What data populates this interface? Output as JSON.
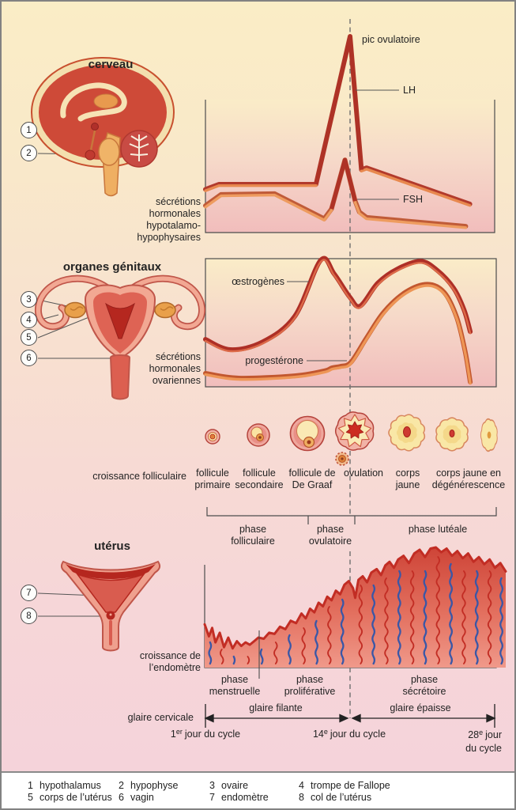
{
  "page": {
    "title_brain": "cerveau",
    "title_genitals": "organes génitaux",
    "title_uterus": "utérus"
  },
  "chart1": {
    "peak": "pic ovulatoire",
    "lh": "LH",
    "fsh": "FSH",
    "ylabel": [
      "sécrétions",
      "hormonales",
      "hypotalamo-",
      "hypophysaires"
    ]
  },
  "chart2": {
    "estrogen": "œstrogènes",
    "progesterone": "progestérone",
    "ylabel": [
      "sécrétions",
      "hormonales",
      "ovariennes"
    ]
  },
  "follicle_row": {
    "label": "croissance folliculaire",
    "stages": [
      [
        "follicule",
        "primaire"
      ],
      [
        "follicule",
        "secondaire"
      ],
      [
        "follicule de",
        "De Graaf"
      ],
      [
        "ovulation",
        ""
      ],
      [
        "corps",
        "jaune"
      ],
      [
        "corps jaune en",
        "dégénérescence"
      ]
    ]
  },
  "cycle_phases": [
    [
      "phase",
      "folliculaire"
    ],
    [
      "phase",
      "ovulatoire"
    ],
    [
      "phase lutéale",
      ""
    ]
  ],
  "endo": {
    "ylabel": [
      "croissance de",
      "l’endomètre"
    ]
  },
  "uterine_phases": [
    [
      "phase",
      "menstruelle"
    ],
    [
      "phase",
      "proliférative"
    ],
    [
      "phase",
      "sécrétoire"
    ]
  ],
  "mucus": {
    "label": "glaire cervicale",
    "filante": "glaire filante",
    "epaisse": "glaire épaisse"
  },
  "timeline": [
    {
      "num": "1",
      "sup": "er",
      "rest": "jour du cycle",
      "line2": ""
    },
    {
      "num": "14",
      "sup": "e",
      "rest": "jour du cycle",
      "line2": ""
    },
    {
      "num": "28",
      "sup": "e",
      "rest": "jour",
      "line2": "du cycle"
    }
  ],
  "callouts": [
    "1",
    "2",
    "3",
    "4",
    "5",
    "6",
    "7",
    "8"
  ],
  "legend": [
    {
      "num": "1",
      "label": "hypothalamus"
    },
    {
      "num": "2",
      "label": "hypophyse"
    },
    {
      "num": "3",
      "label": "ovaire"
    },
    {
      "num": "4",
      "label": "trompe de Fallope"
    },
    {
      "num": "5",
      "label": "corps de l’utérus"
    },
    {
      "num": "6",
      "label": "vagin"
    },
    {
      "num": "7",
      "label": "endomètre"
    },
    {
      "num": "8",
      "label": "col de l’utérus"
    }
  ],
  "colors": {
    "dark_red": "#b0302a",
    "orange": "#e8894f",
    "cream_bg": "#faedc6",
    "pink_bg": "#f5d3da",
    "vessel_blue": "#3a57a7",
    "vessel_red": "#c22d24"
  },
  "chart_data": [
    {
      "type": "line",
      "title": "sécrétions hormonales hypotalamo-hypophysaires",
      "xlabel": "jour du cycle",
      "x_range": [
        0,
        28
      ],
      "grid": false,
      "series": [
        {
          "name": "LH",
          "color": "#b23a2c",
          "edge_color": "#e8894f",
          "edge_w": 3.4,
          "edge_dy": 1.7,
          "dark_segment": [
            10.7,
            15.1
          ],
          "dark_color": "#ae3226",
          "points": [
            [
              0,
              22
            ],
            [
              1.3,
              24.6
            ],
            [
              10.7,
              24.6
            ],
            [
              14,
              100
            ],
            [
              15.1,
              32
            ],
            [
              15.6,
              33
            ],
            [
              25.6,
              14.5
            ]
          ]
        },
        {
          "name": "FSH",
          "color": "#c05b38",
          "edge_color": "#ee9c5f",
          "edge_w": 3.4,
          "edge_dy": 1.7,
          "dark_segment": [
            12.2,
            14.5
          ],
          "dark_color": "#ae3226",
          "points": [
            [
              0,
              13.7
            ],
            [
              1.5,
              19.4
            ],
            [
              6.7,
              19.8
            ],
            [
              11.5,
              7
            ],
            [
              12.2,
              12
            ],
            [
              13.5,
              37
            ],
            [
              14.5,
              16
            ],
            [
              14.9,
              10.5
            ],
            [
              15.6,
              7.7
            ],
            [
              25.2,
              3.2
            ]
          ]
        }
      ]
    },
    {
      "type": "line",
      "title": "sécrétions hormonales ovariennes",
      "xlabel": "jour du cycle",
      "x_range": [
        0,
        28
      ],
      "grid": false,
      "smooth": true,
      "series": [
        {
          "name": "œstrogènes",
          "color": "#ae2f26",
          "edge_color": "#dc6a48",
          "edge_w": 2.4,
          "edge_dy": 2.0,
          "points": [
            [
              0,
              37
            ],
            [
              2.4,
              29
            ],
            [
              5.5,
              35
            ],
            [
              8.6,
              55
            ],
            [
              11.1,
              98.8
            ],
            [
              12.4,
              88
            ],
            [
              13.9,
              70
            ],
            [
              14.9,
              63
            ],
            [
              16.6,
              81
            ],
            [
              18.5,
              92
            ],
            [
              20.7,
              98
            ],
            [
              22.3,
              91
            ],
            [
              23.9,
              77
            ],
            [
              24.9,
              60
            ],
            [
              25.5,
              43
            ]
          ]
        },
        {
          "name": "progestérone",
          "color": "#c2572f",
          "edge_color": "#ee9656",
          "edge_w": 3.4,
          "edge_dy": 1.6,
          "points": [
            [
              0,
              10.5
            ],
            [
              3.2,
              6.8
            ],
            [
              8.6,
              8.6
            ],
            [
              11.4,
              12.3
            ],
            [
              12.2,
              14.8
            ],
            [
              13,
              16
            ],
            [
              14,
              19.1
            ],
            [
              15.5,
              38
            ],
            [
              17.2,
              58.6
            ],
            [
              19.3,
              74
            ],
            [
              21.4,
              80
            ],
            [
              23,
              73.5
            ],
            [
              24.2,
              54
            ],
            [
              25,
              27.8
            ],
            [
              25.5,
              3.7
            ]
          ]
        }
      ]
    },
    {
      "type": "area",
      "title": "croissance de l’endomètre",
      "xlabel": "jour du cycle",
      "x_range": [
        0,
        28
      ],
      "fill_top": "#ce4437",
      "fill_bottom": "#f0998a",
      "stroke": "#c22d24",
      "points": [
        [
          0,
          36
        ],
        [
          0.4,
          26
        ],
        [
          0.7,
          33
        ],
        [
          1,
          21
        ],
        [
          1.4,
          29
        ],
        [
          1.8,
          17
        ],
        [
          2.2,
          25
        ],
        [
          2.6,
          16
        ],
        [
          3,
          22
        ],
        [
          3.4,
          18
        ],
        [
          3.8,
          21
        ],
        [
          4.2,
          19
        ],
        [
          4.6,
          22
        ],
        [
          5,
          25
        ],
        [
          5.5,
          24
        ],
        [
          6,
          29
        ],
        [
          6.5,
          28
        ],
        [
          7,
          34
        ],
        [
          7.5,
          32
        ],
        [
          8,
          39
        ],
        [
          8.5,
          37
        ],
        [
          9,
          45
        ],
        [
          9.4,
          41
        ],
        [
          9.8,
          49
        ],
        [
          10.2,
          46
        ],
        [
          10.6,
          54
        ],
        [
          11,
          51
        ],
        [
          11.4,
          59
        ],
        [
          11.8,
          56
        ],
        [
          12.2,
          64
        ],
        [
          12.6,
          61
        ],
        [
          13,
          69
        ],
        [
          13.4,
          72
        ],
        [
          13.8,
          66
        ],
        [
          14,
          58
        ],
        [
          14.3,
          73
        ],
        [
          14.7,
          76
        ],
        [
          15.1,
          71
        ],
        [
          15.5,
          79
        ],
        [
          16,
          82
        ],
        [
          16.4,
          77
        ],
        [
          16.8,
          85
        ],
        [
          17.2,
          88
        ],
        [
          17.6,
          83
        ],
        [
          18,
          90
        ],
        [
          18.5,
          93
        ],
        [
          19,
          87
        ],
        [
          19.5,
          95
        ],
        [
          20,
          98
        ],
        [
          20.5,
          92
        ],
        [
          21,
          99
        ],
        [
          21.5,
          100
        ],
        [
          22,
          96
        ],
        [
          22.5,
          99
        ],
        [
          23,
          93
        ],
        [
          23.5,
          97
        ],
        [
          24,
          91
        ],
        [
          24.5,
          95
        ],
        [
          25,
          88
        ],
        [
          25.5,
          92
        ],
        [
          26,
          86
        ],
        [
          26.5,
          90
        ],
        [
          27,
          83
        ],
        [
          27.5,
          87
        ],
        [
          28,
          80
        ]
      ]
    }
  ]
}
